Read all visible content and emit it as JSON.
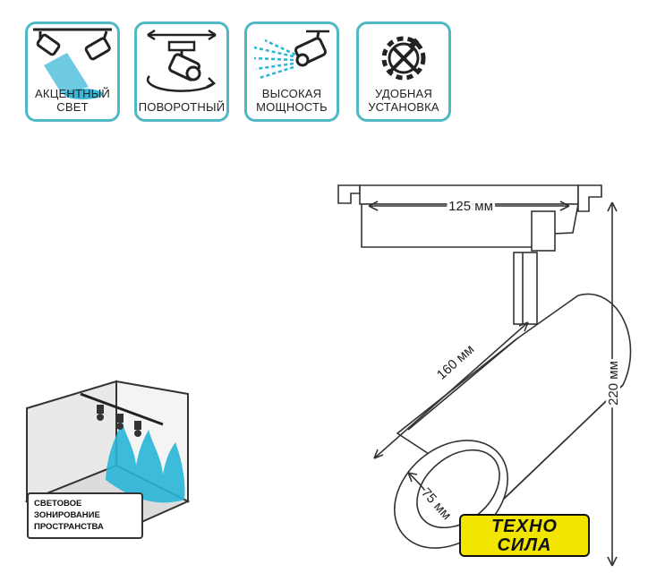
{
  "features": [
    {
      "icon": "accent-spotlight-icon",
      "label": "АКЦЕНТНЫЙ\nСВЕТ"
    },
    {
      "icon": "rotate-icon",
      "label": "ПОВОРОТНЫЙ"
    },
    {
      "icon": "high-power-icon",
      "label": "ВЫСОКАЯ\nМОЩНОСТЬ"
    },
    {
      "icon": "easy-install-icon",
      "label": "УДОБНАЯ\nУСТАНОВКА"
    }
  ],
  "dimensions": {
    "width": "125 мм",
    "length": "160 мм",
    "height": "220 мм",
    "diameter": "75 мм"
  },
  "zoning": {
    "label": "СВЕТОВОЕ\nЗОНИРОВАНИЕ\nПРОСТРАНСТВА"
  },
  "brand": {
    "line1": "ТЕХНО",
    "line2": "СИЛА"
  },
  "colors": {
    "accent": "#4fb8c4",
    "logo_bg": "#f2e500",
    "light_blue": "#29b5d8"
  }
}
